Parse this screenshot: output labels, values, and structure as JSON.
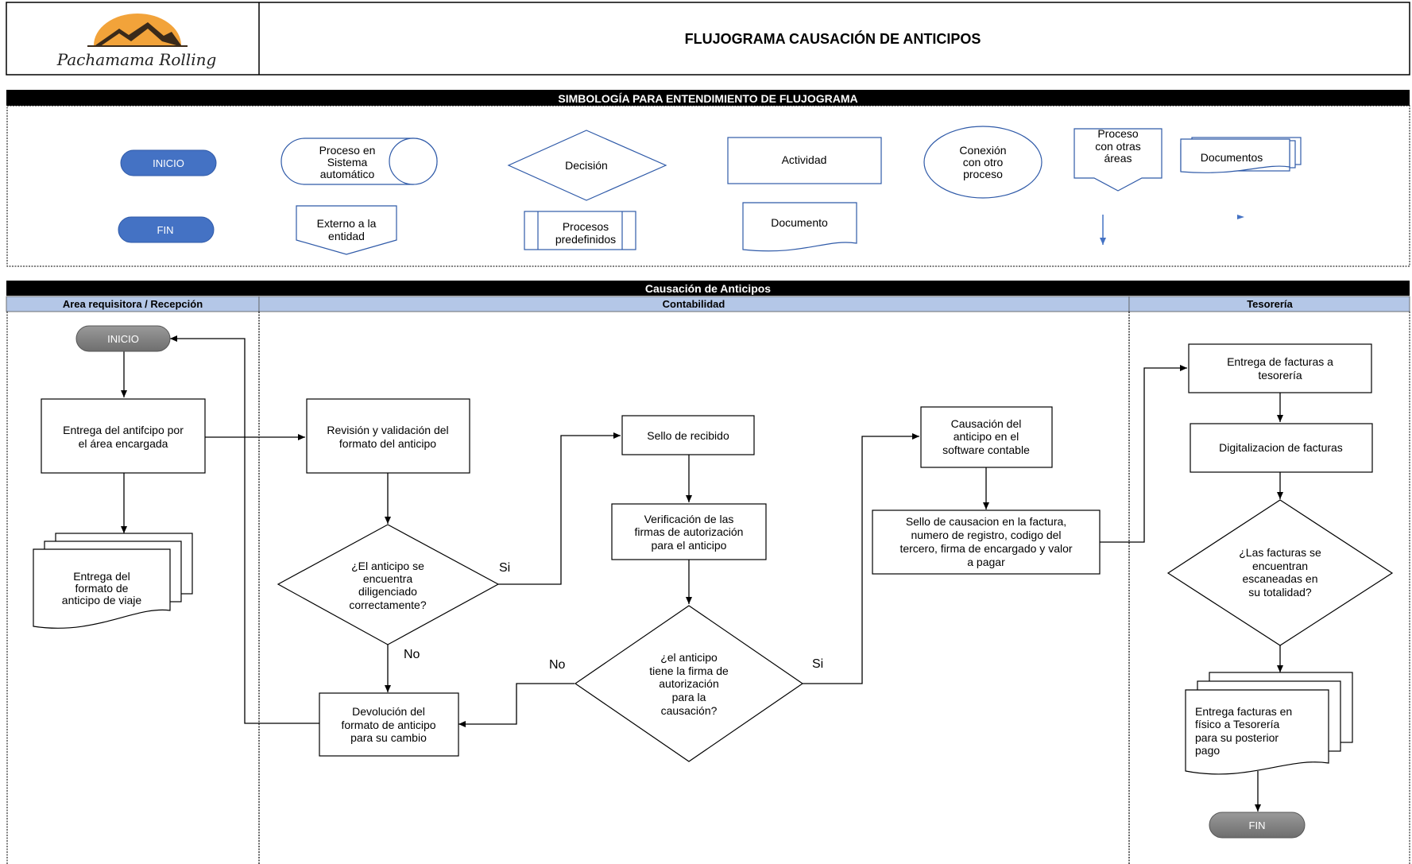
{
  "header": {
    "title": "FLUJOGRAMA CAUSACIÓN DE ANTICIPOS",
    "logo_text": "Pachamama Rolling"
  },
  "legend": {
    "heading": "SIMBOLOGÍA PARA ENTENDIMIENTO DE FLUJOGRAMA",
    "inicio": "INICIO",
    "fin": "FIN",
    "proceso_sistema": [
      "Proceso en",
      "Sistema",
      "automático"
    ],
    "externo": [
      "Externo a la",
      "entidad"
    ],
    "decision": "Decisión",
    "predefinidos": [
      "Procesos",
      "predefinidos"
    ],
    "actividad": "Actividad",
    "documento": "Documento",
    "conexion": [
      "Conexión",
      "con otro",
      "proceso"
    ],
    "otras_areas": [
      "Proceso",
      "con otras",
      "áreas"
    ],
    "documentos": "Documentos"
  },
  "flow": {
    "heading": "Causación de Anticipos",
    "lanes": [
      "Area requisitora / Recepción",
      "Contabilidad",
      "Tesorería"
    ],
    "inicio": "INICIO",
    "fin": "FIN",
    "entrega_anticipo": [
      "Entrega del antifcipo por",
      "el área encargada"
    ],
    "doc_formato": [
      "Entrega  del",
      "formato de",
      "anticipo de viaje"
    ],
    "revision": [
      "Revisión y validación del",
      "formato del anticipo"
    ],
    "decision1": [
      "¿El anticipo se",
      "encuentra",
      "diligenciado",
      "correctamente?"
    ],
    "si1": "Si",
    "no1": "No",
    "devolucion": [
      "Devolución del",
      "formato de anticipo",
      "para su cambio"
    ],
    "sello_recibido": "Sello de recibido",
    "verificacion": [
      "Verificación de las",
      "firmas de autorización",
      "para el anticipo"
    ],
    "decision2": [
      "¿el anticipo",
      "tiene la firma de",
      "autorización",
      "para la",
      "causación?"
    ],
    "no2": "No",
    "si2": "Si",
    "causacion": [
      "Causación del",
      "anticipo en el",
      "software contable"
    ],
    "sello_causacion": [
      "Sello de causacion en la factura,",
      "numero de registro, codigo del",
      "tercero, firma de encargado y valor",
      "a pagar"
    ],
    "entrega_facturas": [
      "Entrega de facturas a",
      "tesorería"
    ],
    "digitalizacion": "Digitalizacion de facturas",
    "decision3": [
      "¿Las facturas se",
      "encuentran",
      "escaneadas en",
      "su totalidad?"
    ],
    "doc_facturas": [
      "Entrega  facturas en",
      "físico a Tesorería",
      "para su posterior",
      "pago"
    ]
  },
  "colors": {
    "pill_blue": "#4472c4",
    "legend_stroke": "#2f5aa8",
    "lane_header": "#b4c7e7",
    "pill_gray": "#808080",
    "band": "#000000"
  }
}
